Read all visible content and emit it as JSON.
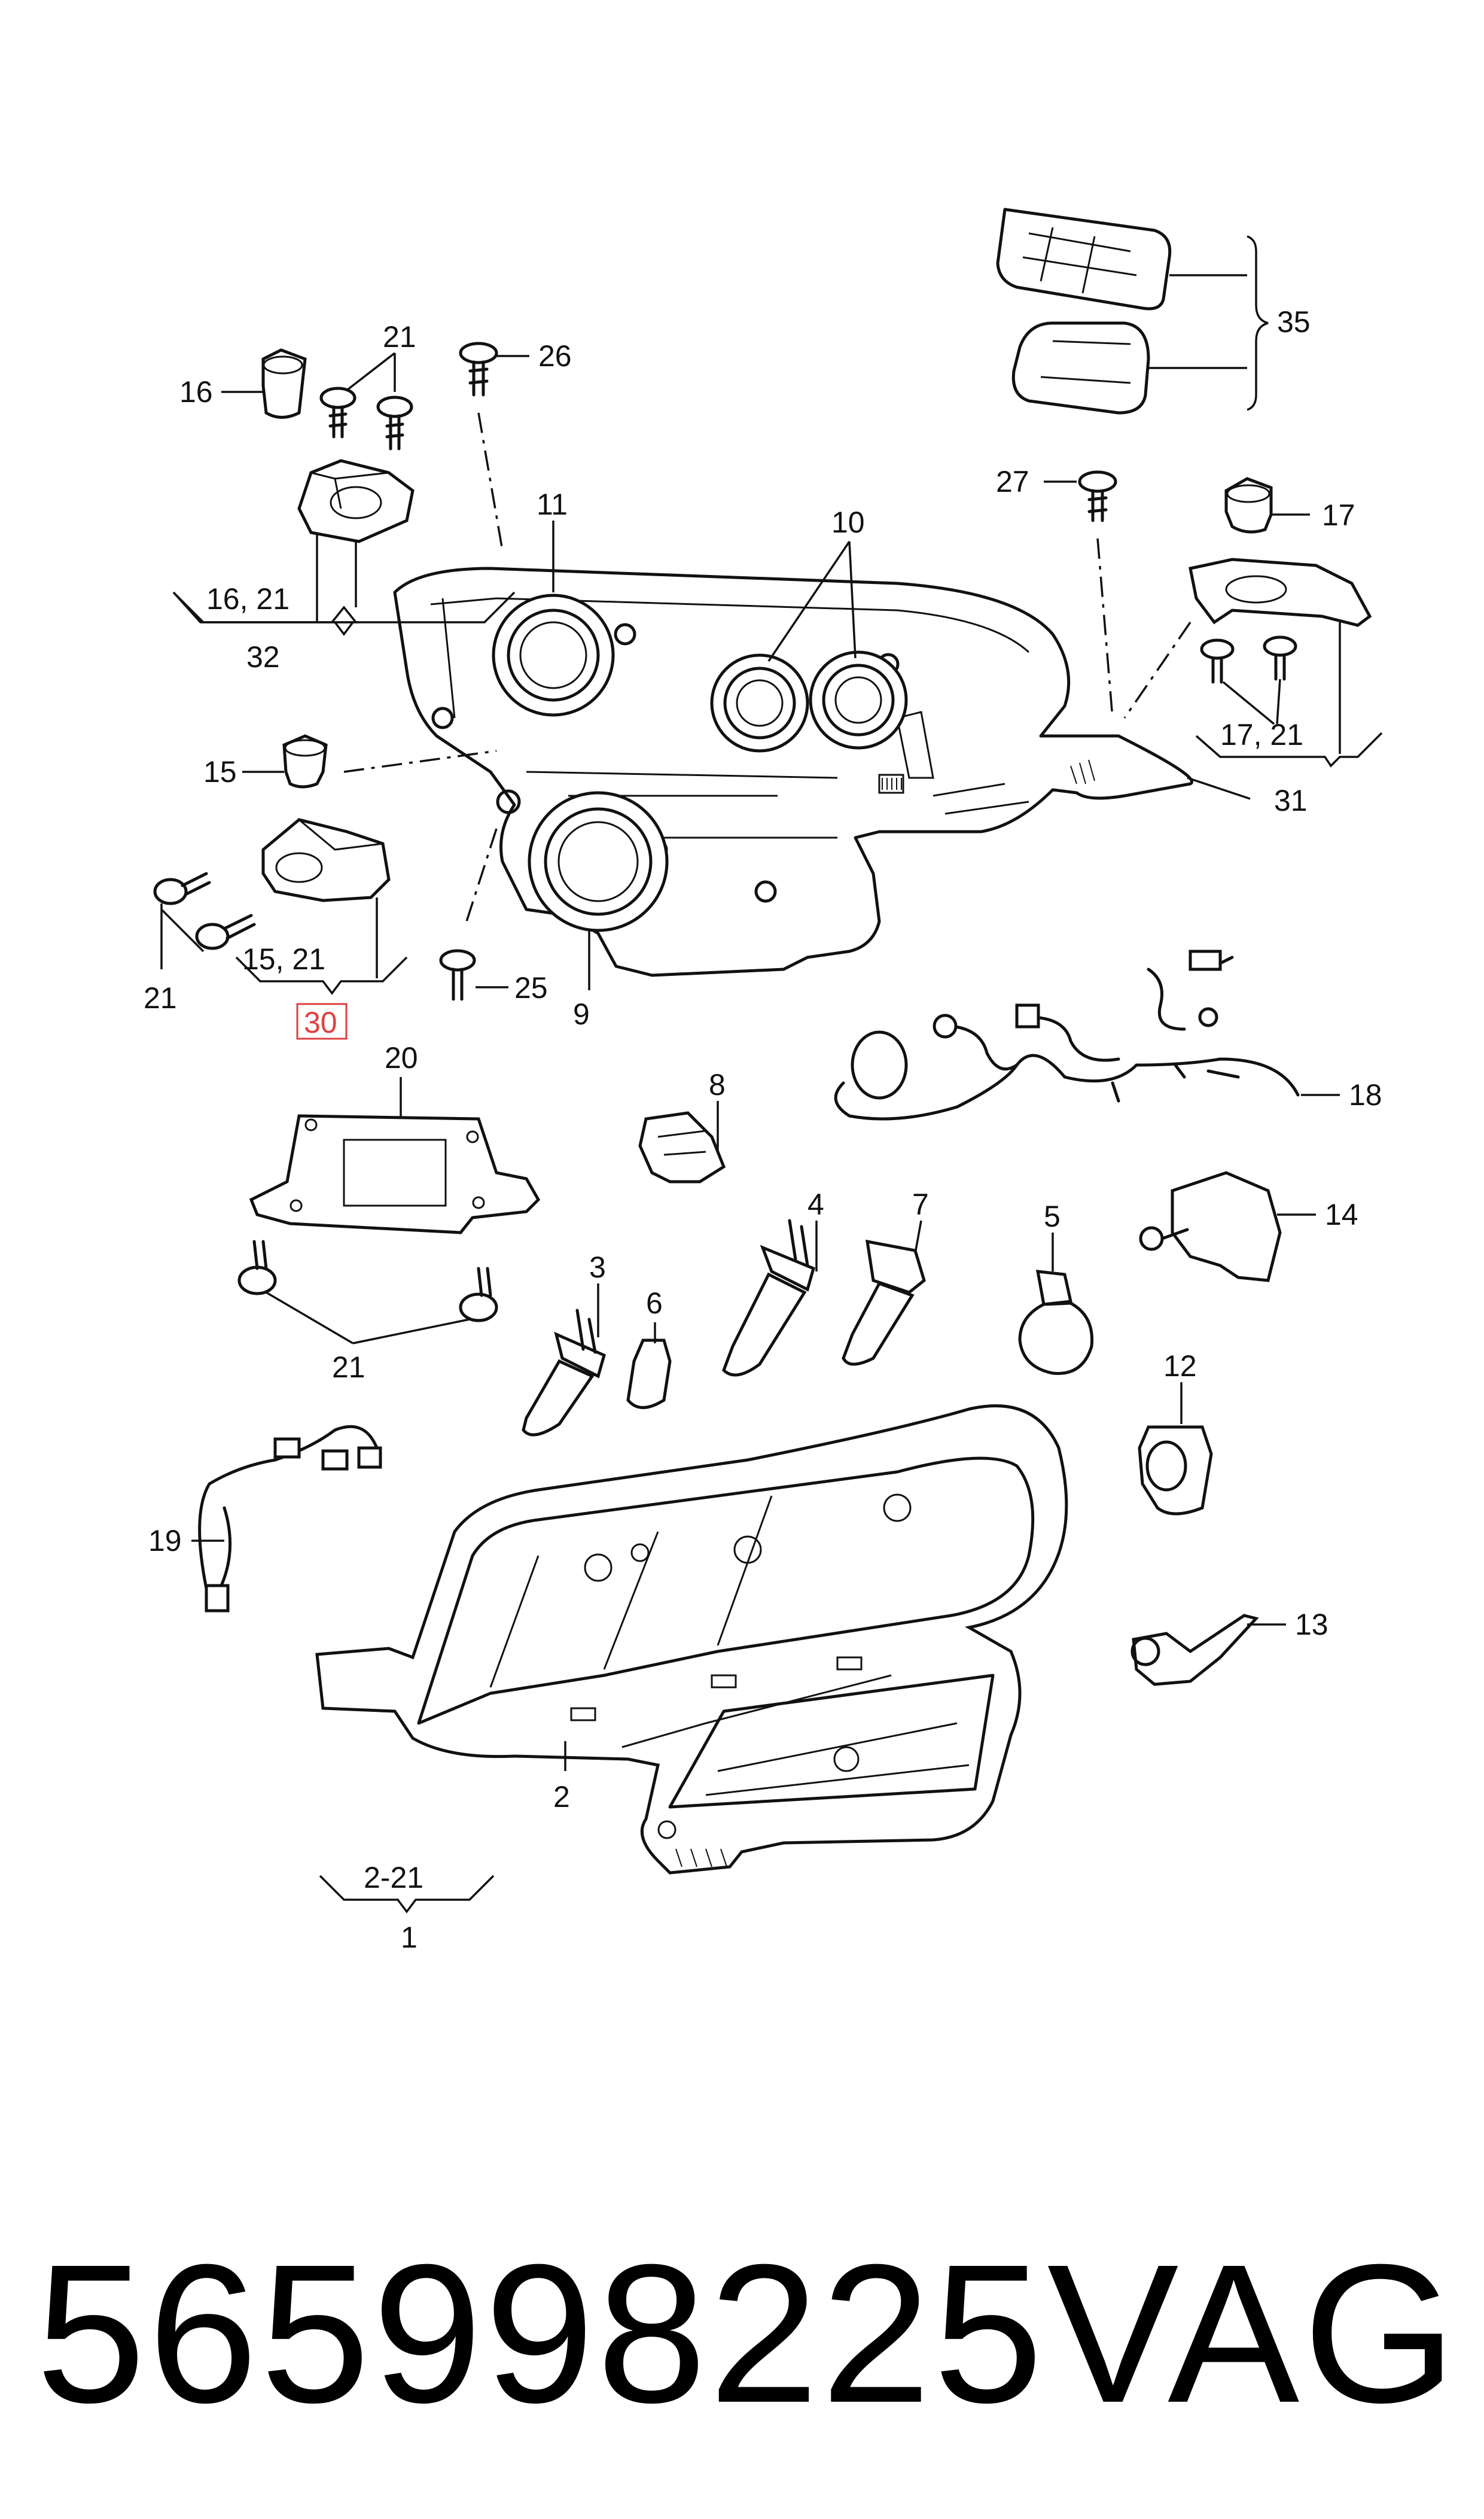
{
  "labels": {
    "c1": "1",
    "c2": "2",
    "c2_21": "2-21",
    "c3": "3",
    "c4": "4",
    "c5": "5",
    "c6": "6",
    "c7": "7",
    "c8": "8",
    "c9": "9",
    "c10": "10",
    "c11": "11",
    "c12": "12",
    "c13": "13",
    "c14": "14",
    "c15": "15",
    "c15_21": "15, 21",
    "c16": "16",
    "c16_21": "16, 21",
    "c17": "17",
    "c17_21": "17, 21",
    "c18": "18",
    "c19": "19",
    "c20": "20",
    "c21a": "21",
    "c21b": "21",
    "c21c": "21",
    "c25": "25",
    "c26": "26",
    "c27": "27",
    "c30": "30",
    "c31": "31",
    "c32": "32",
    "c35": "35"
  },
  "highlight": {
    "callout": "30",
    "color": "#e04040"
  },
  "footer": {
    "part_number": "565998225",
    "brand": "VAG"
  }
}
